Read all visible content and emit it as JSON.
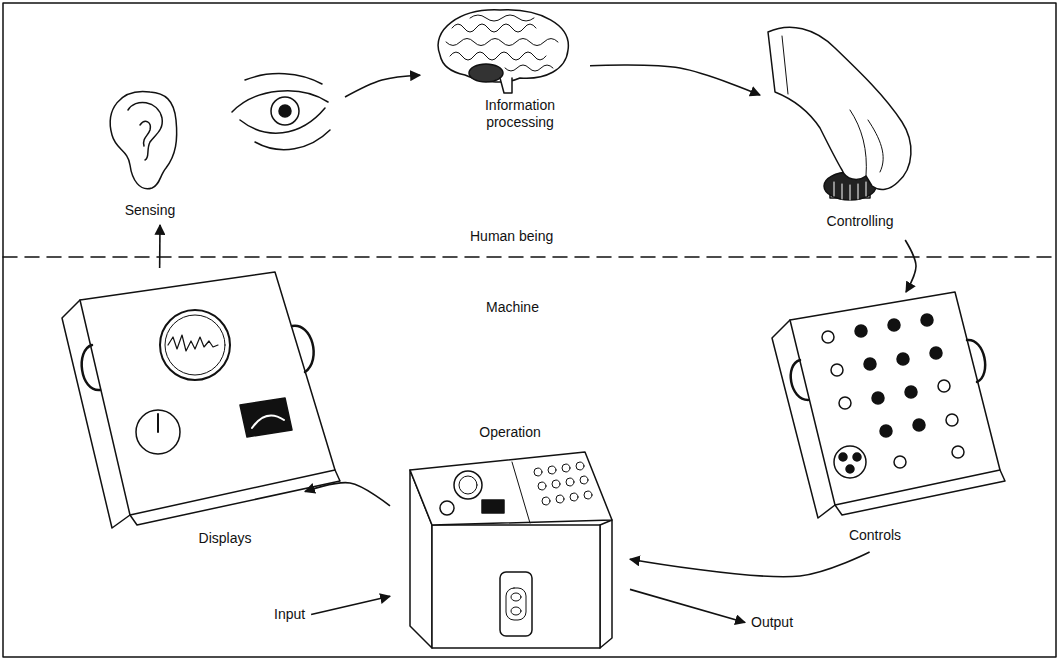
{
  "diagram": {
    "nodes": [
      {
        "text": [
          "Sensing"
        ]
      },
      {
        "text": [
          "Information processing"
        ]
      },
      {
        "text": [
          "Controlling"
        ]
      },
      {
        "text": [
          "Controls"
        ]
      },
      {
        "text": [
          "Operation"
        ]
      },
      {
        "text": [
          "Displays"
        ]
      },
      {
        "text": [
          "Input"
        ]
      },
      {
        "text": [
          "Output"
        ]
      }
    ],
    "edges": [
      {
        "from": 0,
        "to": 1,
        "arrow": "to"
      },
      {
        "from": 1,
        "to": 2,
        "arrow": "to"
      },
      {
        "from": 2,
        "to": 3,
        "arrow": "to"
      },
      {
        "from": 3,
        "to": 4,
        "arrow": "to"
      },
      {
        "from": 4,
        "to": 5,
        "arrow": "to"
      },
      {
        "from": 5,
        "to": 0,
        "arrow": "to"
      },
      {
        "from": 6,
        "to": 4,
        "arrow": "to"
      },
      {
        "from": 4,
        "to": 7,
        "arrow": "to"
      }
    ],
    "labels": [
      "Human being",
      "Machine"
    ]
  }
}
